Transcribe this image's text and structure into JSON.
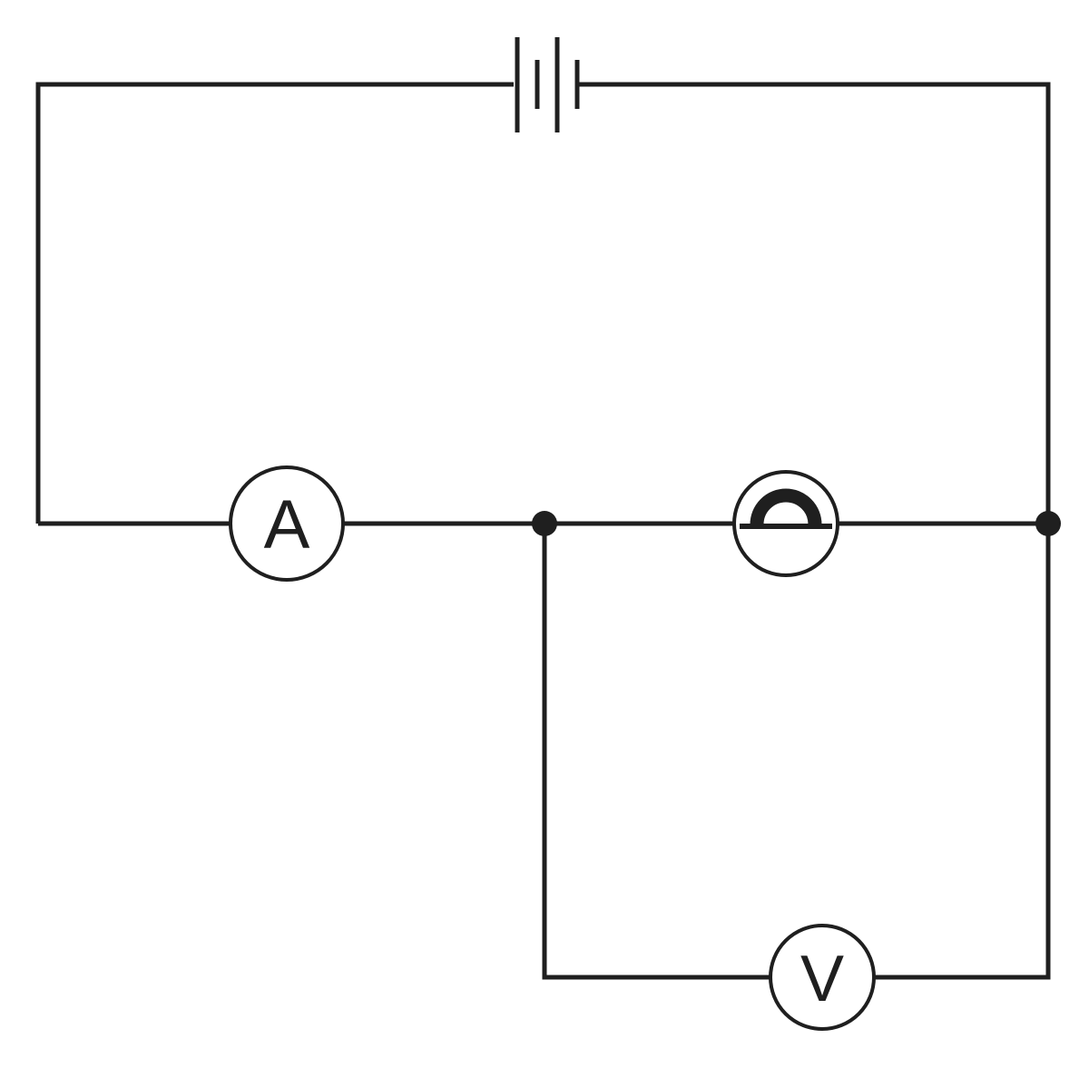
{
  "diagram": {
    "type": "circuit-diagram",
    "line_color": "#1f1f1f",
    "battery": {
      "icon": "battery-icon"
    },
    "ammeter": {
      "label": "A",
      "icon": "ammeter-icon"
    },
    "lamp": {
      "icon": "lamp-icon"
    },
    "voltmeter": {
      "label": "V",
      "icon": "voltmeter-icon"
    },
    "junctions": {
      "icon": "junction-dot"
    }
  }
}
